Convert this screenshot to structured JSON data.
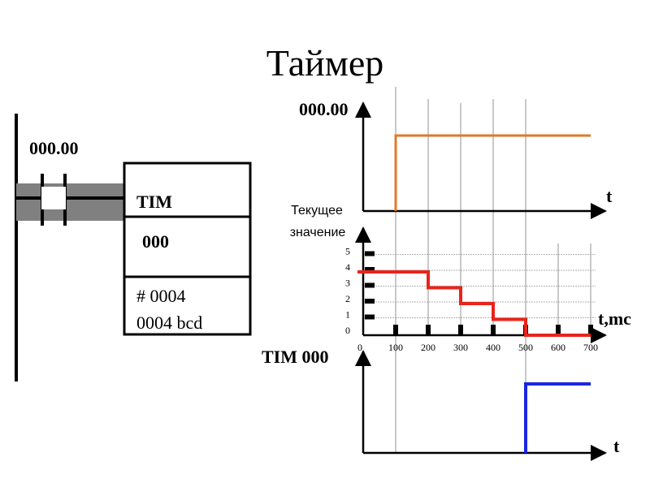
{
  "title": "Таймер",
  "ladder": {
    "contact_label": "000.00",
    "box_type": "TIM",
    "box_number": "000",
    "box_setpoint_line1": "# 0004",
    "box_setpoint_line2": "0004 bcd"
  },
  "colors": {
    "input_signal": "#e07a2a",
    "current_value": "#e8241c",
    "timer_output": "#1a25e0",
    "rung_fill": "#808080"
  },
  "chart_data": [
    {
      "type": "line",
      "ylabel": "000.00",
      "xlabel": "t",
      "x": [
        100,
        100,
        700
      ],
      "y": [
        0,
        1,
        1
      ]
    },
    {
      "type": "line",
      "ylabel_line1": "Текущее",
      "ylabel_line2": "значение",
      "xlabel": "t,mc",
      "xlim": [
        0,
        700
      ],
      "ylim": [
        0,
        5
      ],
      "x_ticks": [
        "0",
        "100",
        "200",
        "300",
        "400",
        "500",
        "600",
        "700"
      ],
      "y_ticks": [
        "0",
        "1",
        "2",
        "3",
        "4",
        "5"
      ],
      "grid": true,
      "x": [
        0,
        200,
        200,
        300,
        300,
        400,
        400,
        500,
        500,
        700
      ],
      "y": [
        4,
        4,
        3,
        3,
        2,
        2,
        1,
        1,
        0,
        0
      ]
    },
    {
      "type": "line",
      "ylabel": "TIM 000",
      "xlabel": "t",
      "x": [
        500,
        500,
        700
      ],
      "y": [
        0,
        1,
        1
      ]
    }
  ]
}
